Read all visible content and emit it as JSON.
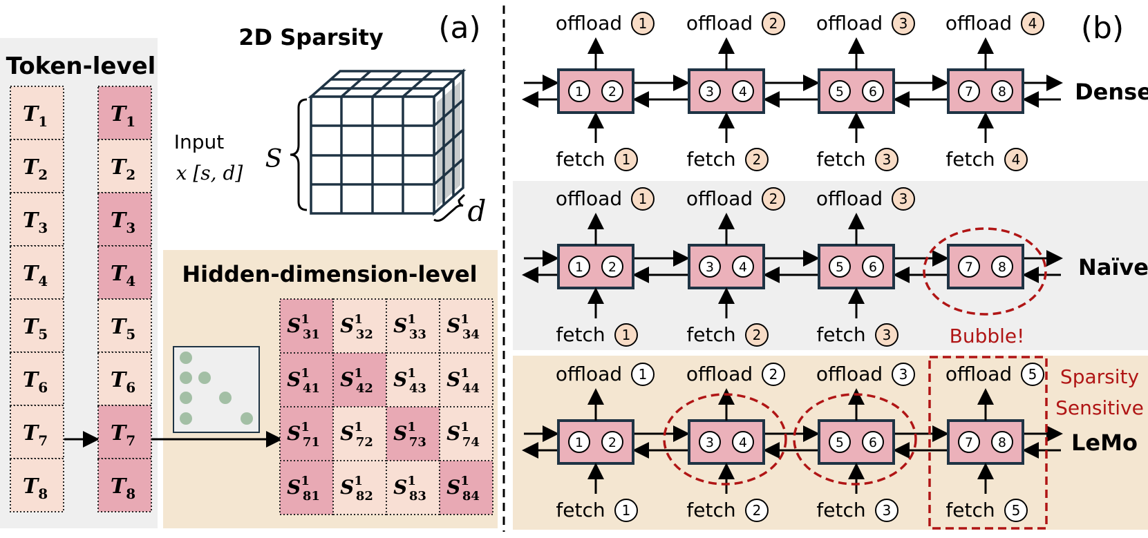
{
  "panel_a": {
    "label": "(a)",
    "token_title": "Token-level",
    "sparsity_title": "2D Sparsity",
    "input_label": "Input",
    "input_expr": "x [s, d]",
    "dim_s": "S",
    "dim_d": "d",
    "hidden_title": "Hidden-dimension-level",
    "token_base": "T",
    "tokens": [
      "1",
      "2",
      "3",
      "4",
      "5",
      "6",
      "7",
      "8"
    ],
    "selected_tokens": [
      "1",
      "0",
      "1",
      "1",
      "0",
      "0",
      "1",
      "1"
    ],
    "sub_base": "S",
    "sup": "1",
    "grid_rows": [
      [
        {
          "sub": "31",
          "sel": "1"
        },
        {
          "sub": "32",
          "sel": "0"
        },
        {
          "sub": "33",
          "sel": "0"
        },
        {
          "sub": "34",
          "sel": "0"
        }
      ],
      [
        {
          "sub": "41",
          "sel": "1"
        },
        {
          "sub": "42",
          "sel": "1"
        },
        {
          "sub": "43",
          "sel": "0"
        },
        {
          "sub": "44",
          "sel": "0"
        }
      ],
      [
        {
          "sub": "71",
          "sel": "1"
        },
        {
          "sub": "72",
          "sel": "0"
        },
        {
          "sub": "73",
          "sel": "1"
        },
        {
          "sub": "74",
          "sel": "0"
        }
      ],
      [
        {
          "sub": "81",
          "sel": "1"
        },
        {
          "sub": "82",
          "sel": "0"
        },
        {
          "sub": "83",
          "sel": "0"
        },
        {
          "sub": "84",
          "sel": "1"
        }
      ]
    ]
  },
  "panel_b": {
    "label": "(b)",
    "offload_word": "offload",
    "fetch_word": "fetch",
    "rows": [
      {
        "name": "Dense",
        "offload": [
          "1",
          "2",
          "3",
          "4"
        ],
        "fetch": [
          "1",
          "2",
          "3",
          "4"
        ],
        "blocks": [
          [
            "1",
            "2"
          ],
          [
            "3",
            "4"
          ],
          [
            "5",
            "6"
          ],
          [
            "7",
            "8"
          ]
        ]
      },
      {
        "name": "Naïve",
        "offload": [
          "1",
          "2",
          "3"
        ],
        "fetch": [
          "1",
          "2",
          "3"
        ],
        "blocks": [
          [
            "1",
            "2"
          ],
          [
            "3",
            "4"
          ],
          [
            "5",
            "6"
          ],
          [
            "7",
            "8"
          ]
        ],
        "annotation": "Bubble!"
      },
      {
        "name": "LeMo",
        "offload": [
          "1",
          "2",
          "3",
          "5"
        ],
        "fetch": [
          "1",
          "2",
          "3",
          "5"
        ],
        "blocks": [
          [
            "1",
            "2"
          ],
          [
            "3",
            "4"
          ],
          [
            "5",
            "6"
          ],
          [
            "7",
            "8"
          ]
        ],
        "annotation_line1": "Sparsity",
        "annotation_line2": "Sensitive"
      }
    ]
  },
  "colors": {
    "block_fill": "#ebb1ba",
    "token_light": "#f8dfd4",
    "token_pink": "#e8a9b4",
    "panel_gray": "#efefef",
    "panel_tan": "#f4e6d1",
    "highlight_red": "#b01515",
    "ink": "#000000",
    "cube_stroke": "#1e3344",
    "circle_fill_tan": "#f8dcc6",
    "dot_green": "#a3bfa5"
  }
}
